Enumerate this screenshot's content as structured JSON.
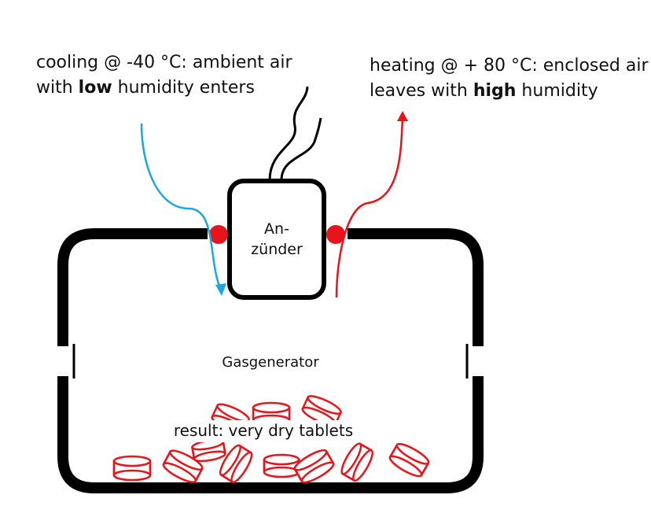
{
  "left_label": {
    "line1": "cooling @ -40 °C: ambient air",
    "line2_pre": "with ",
    "line2_bold": "low",
    "line2_post": " humidity enters"
  },
  "right_label": {
    "line1": "heating @ + 80 °C: enclosed air",
    "line2_pre": "leaves with ",
    "line2_bold": "high",
    "line2_post": " humidity"
  },
  "igniter": {
    "line1": "An-",
    "line2": "zünder"
  },
  "chamber_label": "Gasgenerator",
  "result_label": "result: very dry tablets",
  "colors": {
    "cold_flow": "#1aa7e0",
    "hot_flow": "#e8141b",
    "tablet": "#e8141b",
    "outline": "#000000"
  }
}
